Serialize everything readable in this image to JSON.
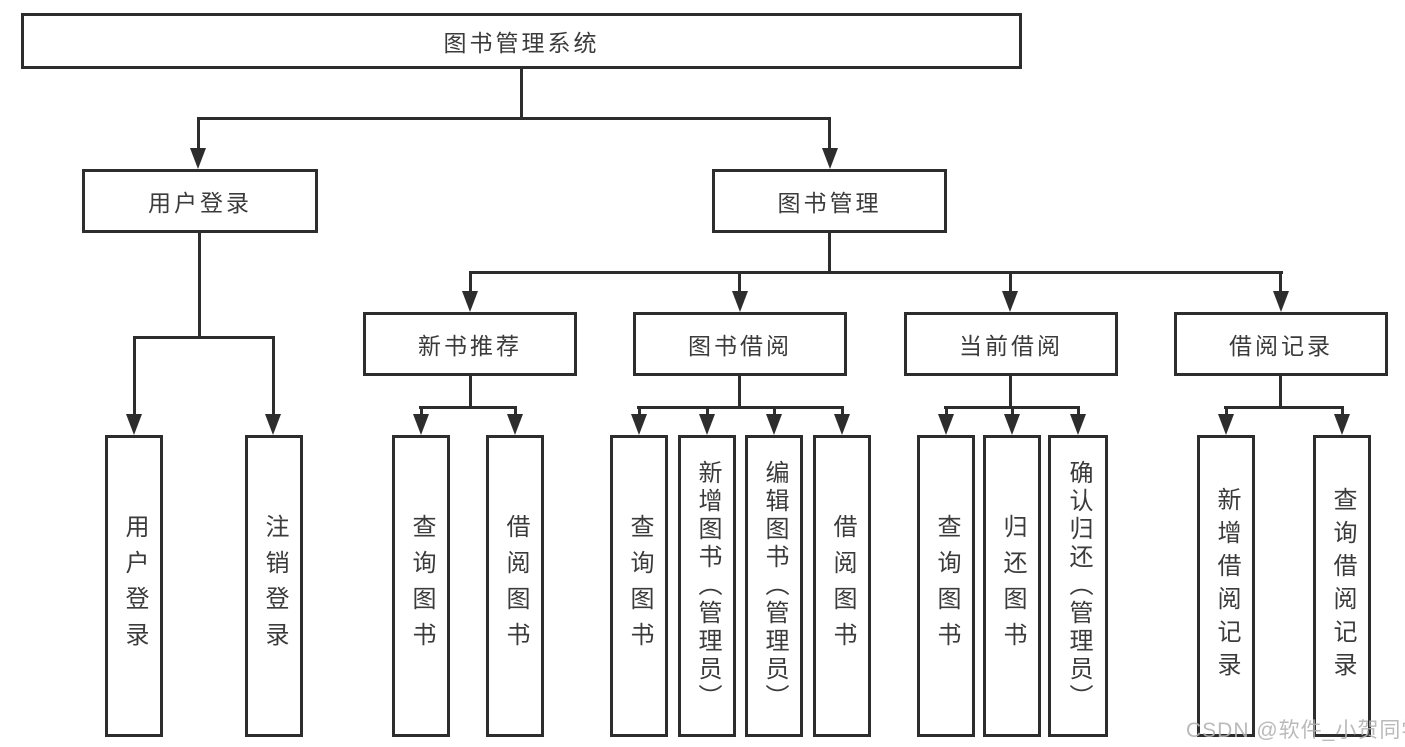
{
  "diagram": {
    "root": "图书管理系统",
    "user_login": {
      "label": "用户登录",
      "children": [
        "用户登录",
        "注销登录"
      ]
    },
    "book_management": {
      "label": "图书管理",
      "sections": [
        {
          "label": "新书推荐",
          "children": [
            "查询图书",
            "借阅图书"
          ]
        },
        {
          "label": "图书借阅",
          "children": [
            "查询图书",
            "新增图书（管理员）",
            "编辑图书（管理员）",
            "借阅图书"
          ]
        },
        {
          "label": "当前借阅",
          "children": [
            "查询图书",
            "归还图书",
            "确认归还（管理员）"
          ]
        },
        {
          "label": "借阅记录",
          "children": [
            "新增借阅记录",
            "查询借阅记录"
          ]
        }
      ]
    },
    "watermark": "CSDN @软件_小贺同学",
    "colors": {
      "line": "#2d2d2d",
      "text": "#3b3b3b",
      "watermark": "#b3b3b3"
    }
  }
}
